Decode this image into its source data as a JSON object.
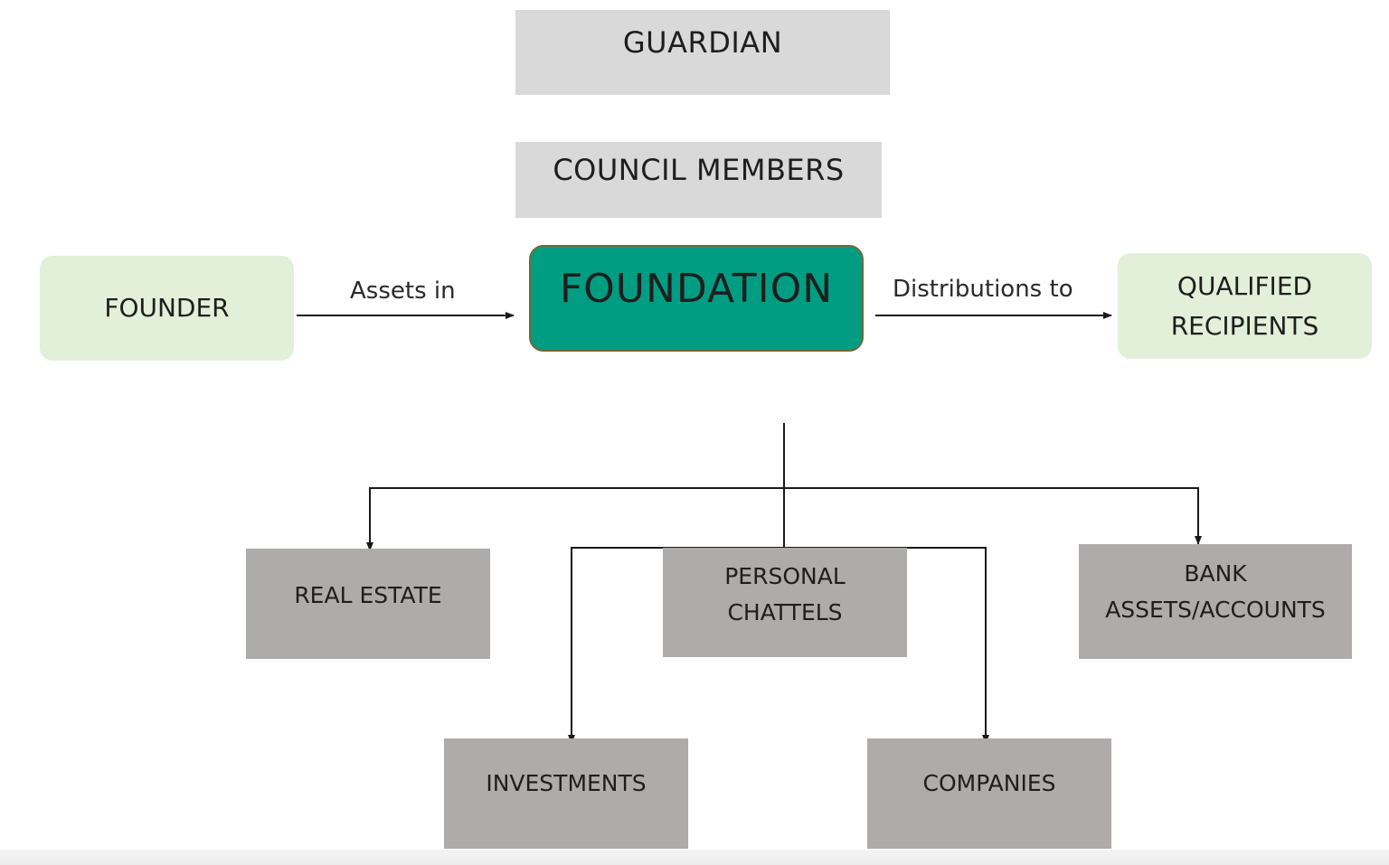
{
  "governance": {
    "guardian": "GUARDIAN",
    "council_members": "COUNCIL MEMBERS"
  },
  "founder": "FOUNDER",
  "foundation": "FOUNDATION",
  "qualified_recipients": "QUALIFIED\nRECIPIENTS",
  "flows": {
    "assets_in": "Assets in",
    "distributions_to": "Distributions to"
  },
  "assets": {
    "real_estate": "REAL ESTATE",
    "personal_chattels": "PERSONAL\nCHATTELS",
    "bank_accounts": "BANK\nASSETS/ACCOUNTS",
    "investments": "INVESTMENTS",
    "companies": "COMPANIES"
  },
  "colors": {
    "foundation_fill": "#009d82",
    "party_fill": "#e2f0d9",
    "governance_fill": "#d9d9d9",
    "asset_fill": "#aeabab",
    "line": "#1a1a1a"
  }
}
